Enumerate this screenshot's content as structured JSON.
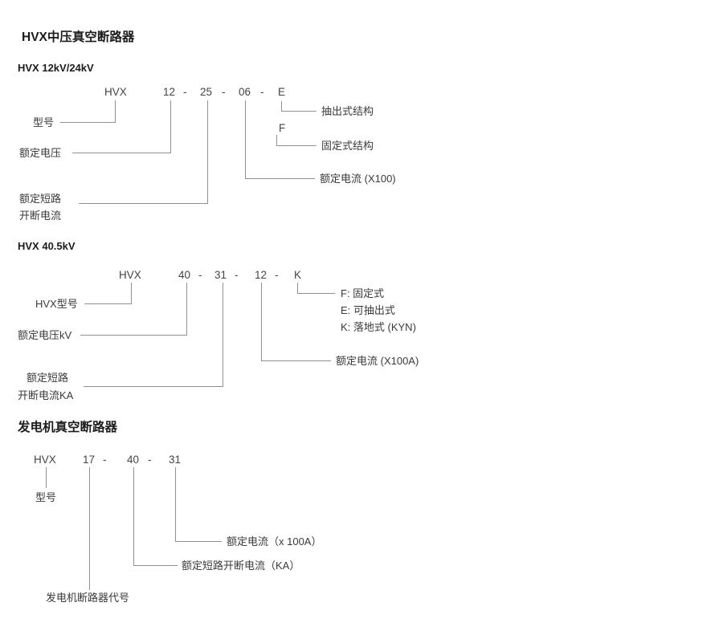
{
  "separator": "-",
  "page": {
    "title": "HVX中压真空断路器"
  },
  "section_12_24": {
    "subtitle": "HVX 12kV/24kV",
    "code": {
      "prefix": "HVX",
      "voltage": "12",
      "short_circuit": "25",
      "current": "06",
      "structure": "E"
    },
    "labels": {
      "model": "型号",
      "voltage": "额定电压",
      "short_circuit_line1": "额定短路",
      "short_circuit_line2": "开断电流",
      "withdrawable": "抽出式结构",
      "fixed_code": "F",
      "fixed": "固定式结构",
      "current": "额定电流 (X100)"
    }
  },
  "section_40": {
    "subtitle": "HVX 40.5kV",
    "code": {
      "prefix": "HVX",
      "voltage": "40",
      "short_circuit": "31",
      "current": "12",
      "structure": "K"
    },
    "labels": {
      "model": "HVX型号",
      "voltage": "额定电压kV",
      "short_circuit_line1": "额定短路",
      "short_circuit_line2": "开断电流KA",
      "type_f": "F: 固定式",
      "type_e": "E: 可抽出式",
      "type_k": "K: 落地式 (KYN)",
      "current": "额定电流 (X100A)"
    }
  },
  "section_generator": {
    "title": "发电机真空断路器",
    "code": {
      "prefix": "HVX",
      "code_no": "17",
      "short_circuit": "40",
      "current": "31"
    },
    "labels": {
      "model": "型号",
      "current": "额定电流（x 100A）",
      "short_circuit": "额定短路开断电流（KA）",
      "generator_code": "发电机断路器代号"
    }
  }
}
